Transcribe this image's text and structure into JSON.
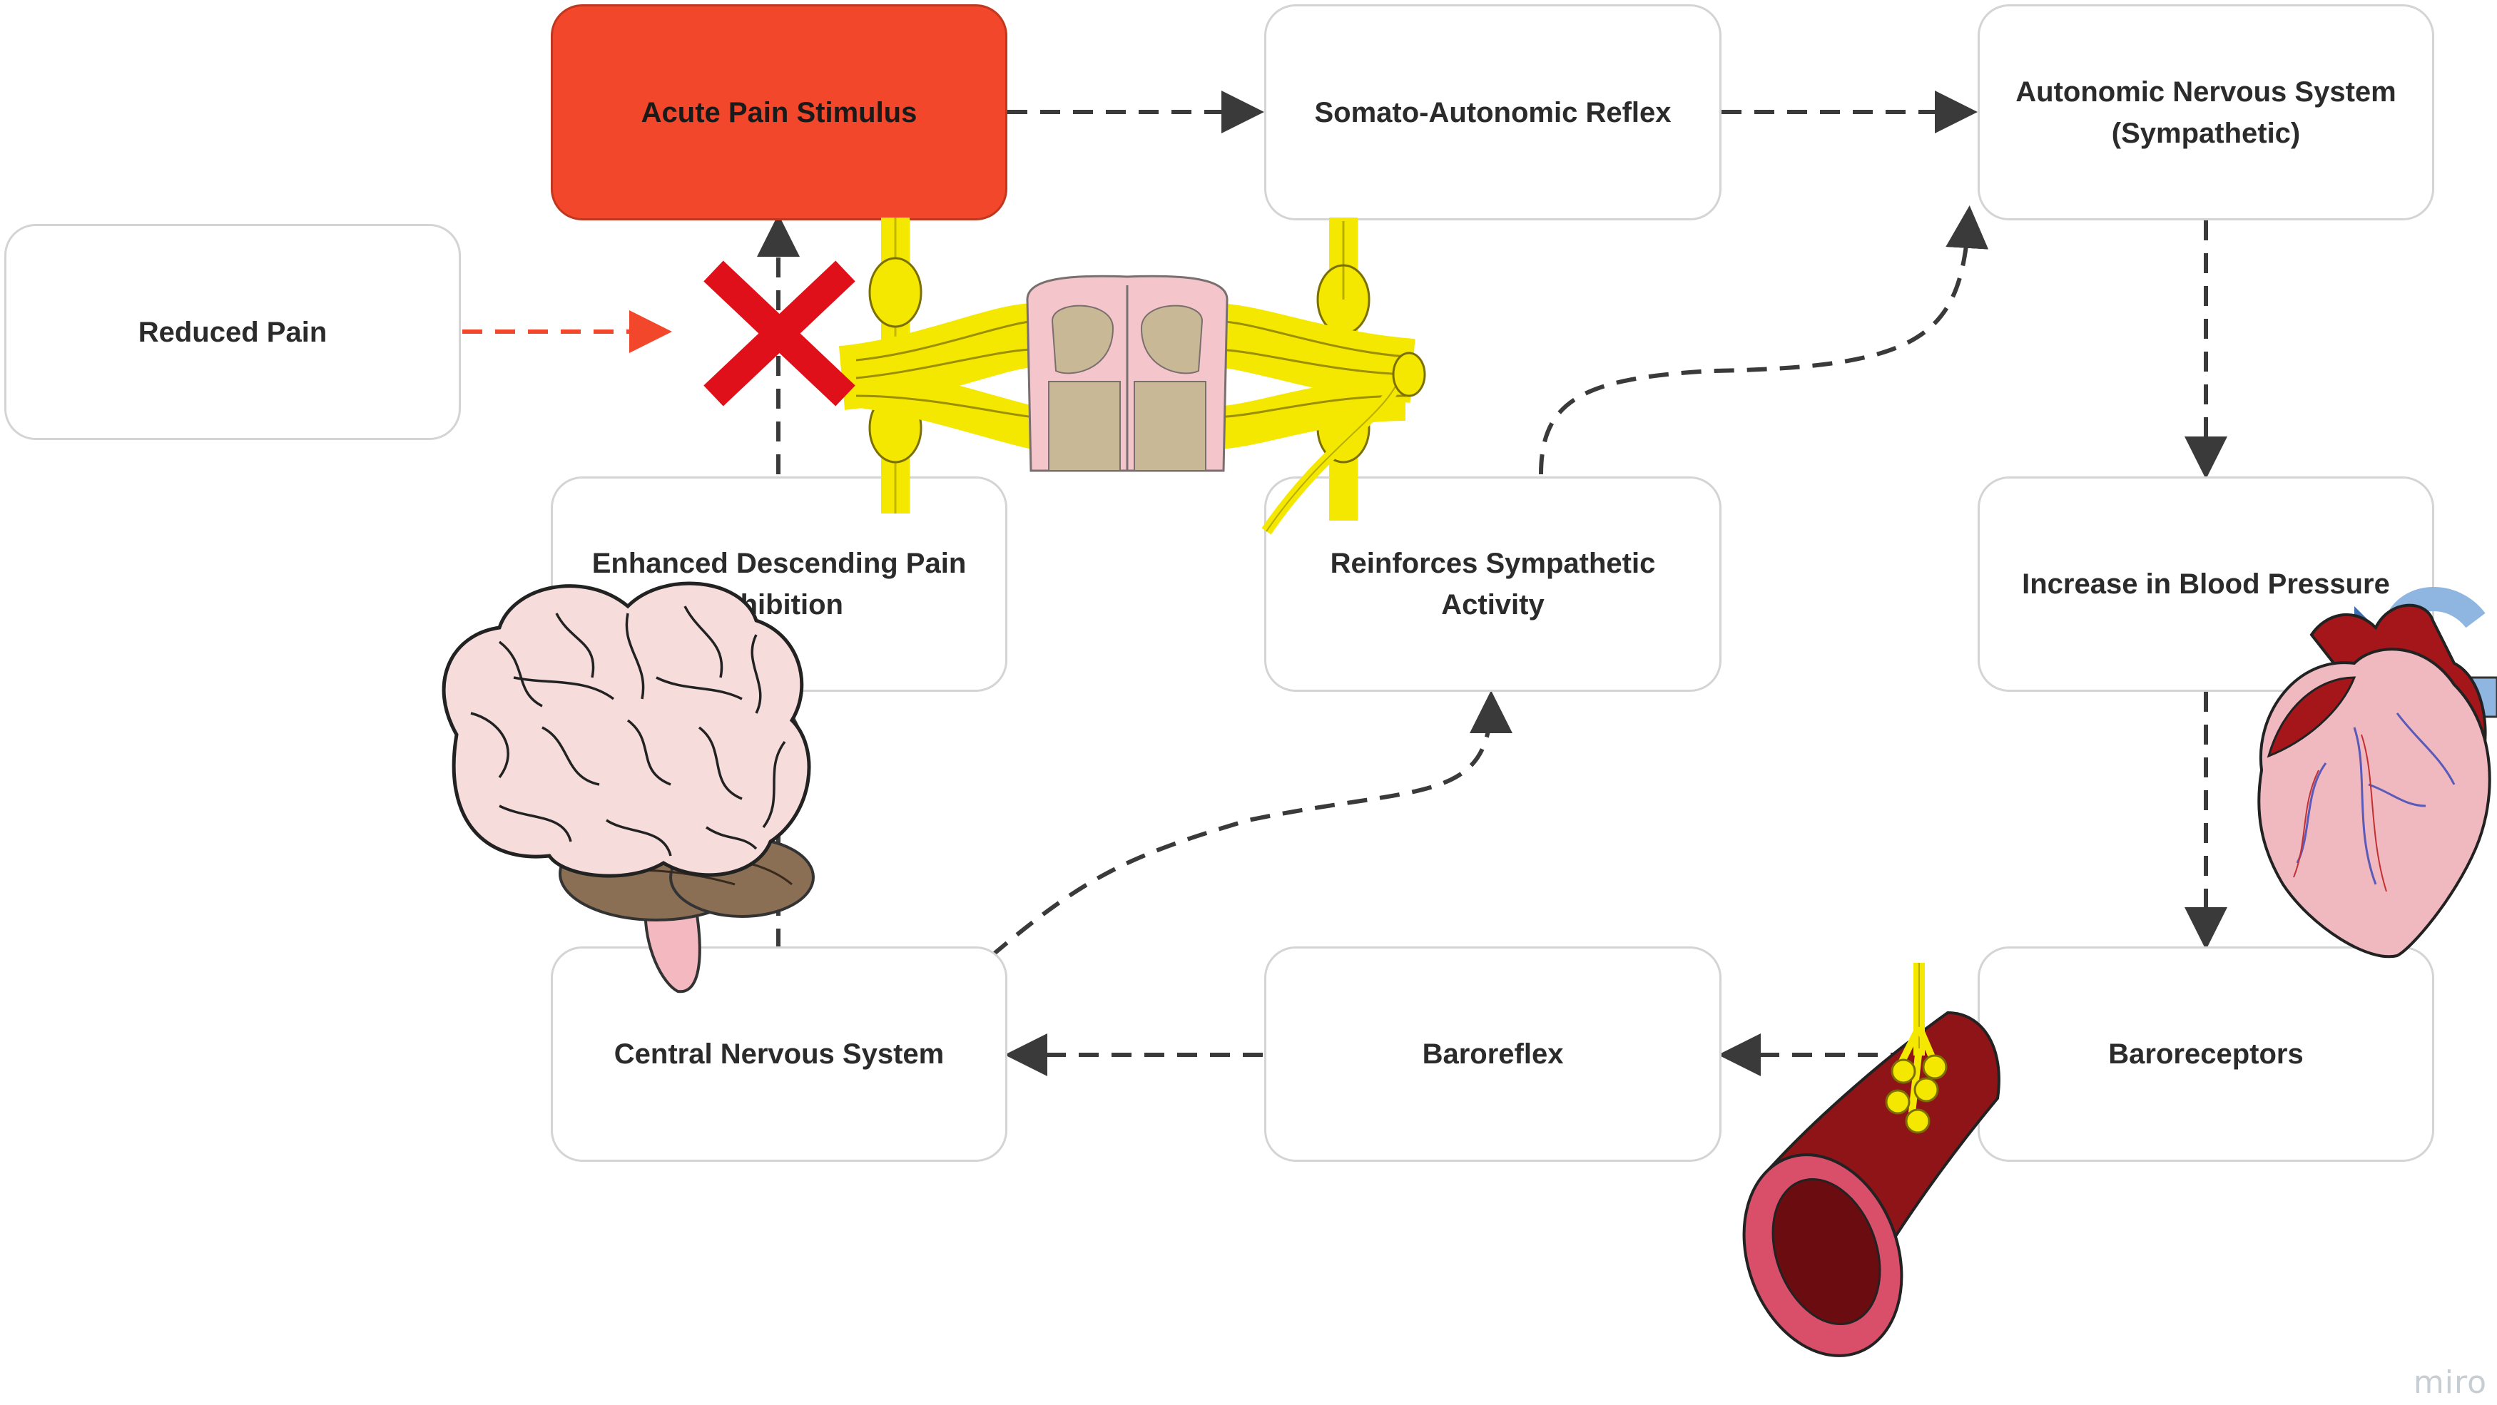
{
  "nodes": {
    "acute_pain": "Acute Pain Stimulus",
    "somato_reflex": "Somato-Autonomic Reflex",
    "ans": "Autonomic Nervous System\n(Sympathetic)",
    "reduced_pain": "Reduced Pain",
    "enhanced_inhibition": "Enhanced Descending Pain\nInhibition",
    "reinforces_sympathetic": "Reinforces Sympathetic\nActivity",
    "blood_pressure": "Increase in Blood Pressure",
    "cns": "Central Nervous System",
    "baroreflex": "Baroreflex",
    "baroreceptors": "Baroreceptors"
  },
  "colors": {
    "highlight_node": "#f2472a",
    "arrow": "#3a3a3a",
    "inhibit_arrow": "#f2472a",
    "block_cross": "#e0101a",
    "nerve_yellow": "#f5e800",
    "heart_red": "#a5161a",
    "vessel_red": "#8e1418"
  },
  "icons": [
    "spinal-cord-illustration",
    "brain-illustration",
    "heart-illustration",
    "blood-vessel-illustration",
    "block-cross-icon"
  ],
  "watermark": "miro"
}
